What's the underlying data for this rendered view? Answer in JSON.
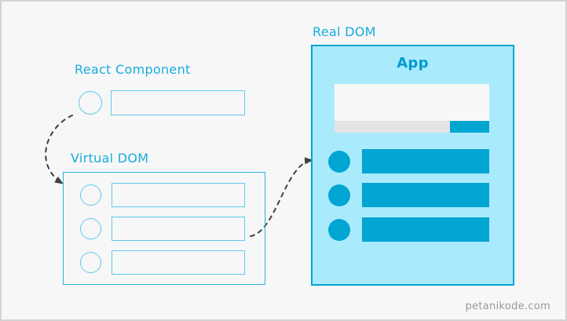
{
  "colors": {
    "page_bg": "#f7f7f7",
    "frame_border": "#d3d3d3",
    "label": "#17acde",
    "outline": "#5fc9ea",
    "box_outline": "#2cb3e2",
    "accent": "#00a5d2",
    "panel_bg": "#aaeafd",
    "app_title": "#0099cf",
    "card_bg": "#f8f8f8",
    "card_bar": "#e4e4e4",
    "arrow": "#404040",
    "watermark": "#9a9a9a"
  },
  "labels": {
    "react_component": "React Component",
    "virtual_dom": "Virtual DOM",
    "real_dom": "Real DOM",
    "app": "App"
  },
  "structure": {
    "react_component_rows": 1,
    "virtual_dom_rows": 3,
    "real_dom_rows": 3,
    "arrows": [
      {
        "name": "react-component-to-virtual-dom"
      },
      {
        "name": "virtual-dom-to-real-dom"
      }
    ]
  },
  "watermark": "petanikode.com"
}
